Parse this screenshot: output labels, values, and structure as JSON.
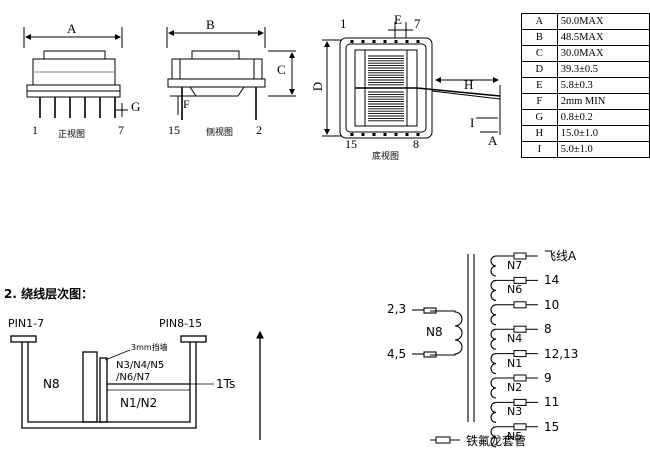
{
  "views": {
    "front": {
      "caption": "正视图",
      "dim": "A",
      "pin_left": "1",
      "pin_right": "7",
      "pin_dim": "G"
    },
    "side": {
      "caption": "侧视图",
      "dim_b": "B",
      "dim_c": "C",
      "dim_f": "F",
      "pin_left": "15",
      "pin_right": "2"
    },
    "bottom": {
      "caption": "底视图",
      "pin_tl": "1",
      "pin_tr": "7",
      "pin_bl": "15",
      "pin_br": "8",
      "dim_d": "D",
      "dim_e": "E",
      "dim_h": "H",
      "dim_i": "I",
      "dim_a": "A"
    }
  },
  "dimensions": [
    {
      "key": "A",
      "value": "50.0MAX"
    },
    {
      "key": "B",
      "value": "48.5MAX"
    },
    {
      "key": "C",
      "value": "30.0MAX"
    },
    {
      "key": "D",
      "value": "39.3±0.5"
    },
    {
      "key": "E",
      "value": "5.8±0.3"
    },
    {
      "key": "F",
      "value": "2mm MIN"
    },
    {
      "key": "G",
      "value": "0.8±0.2"
    },
    {
      "key": "H",
      "value": "15.0±1.0"
    },
    {
      "key": "I",
      "value": "5.0±1.0"
    }
  ],
  "section2": {
    "title": "2. 绕线层次图：",
    "pin_left": "PIN1-7",
    "pin_right": "PIN8-15",
    "tape_note": "3mm挡墙",
    "winding_n8": "N8",
    "winding_mid_1": "N3/N4/N5",
    "winding_mid_2": "/N6/N7",
    "winding_n1n2": "N1/N2",
    "turns": "1Ts"
  },
  "schematic": {
    "primary_label": "N8",
    "primary_top_pin": "2,3",
    "primary_bottom_pin": "4,5",
    "secondary": [
      {
        "winding": "N7",
        "pin": "飞线A"
      },
      {
        "winding": "N6",
        "pin": "14"
      },
      {
        "winding": "",
        "pin": "10"
      },
      {
        "winding": "N4",
        "pin": "8"
      },
      {
        "winding": "N1",
        "pin": "12,13"
      },
      {
        "winding": "N2",
        "pin": "9"
      },
      {
        "winding": "N3",
        "pin": "11"
      },
      {
        "winding": "N5",
        "pin": "15"
      }
    ],
    "legend": "铁氟龙套管"
  }
}
